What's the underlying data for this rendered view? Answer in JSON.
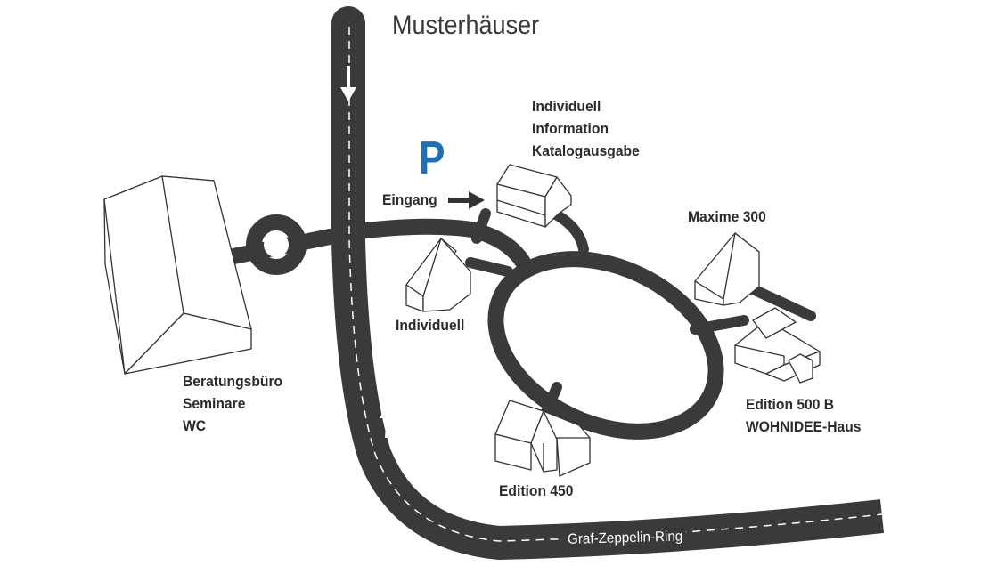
{
  "title": "Musterhäuser",
  "parking": "P",
  "entrance": "Eingang",
  "street": "Graf-Zeppelin-Ring",
  "labels": {
    "info": [
      "Individuell",
      "Information",
      "Katalogausgabe"
    ],
    "individuell": "Individuell",
    "maxime": "Maxime 300",
    "edition500": [
      "Edition 500 B",
      "WOHNIDEE-Haus"
    ],
    "edition450": "Edition 450",
    "office": [
      "Beratungsbüro",
      "Seminare",
      "WC"
    ]
  },
  "colors": {
    "road": "#3a3a3a",
    "parking": "#1e6fb5",
    "line": "#ffffff"
  },
  "icons": [
    "arrow-down-icon",
    "arrow-up-icon",
    "arrow-right-icon",
    "parking-icon"
  ]
}
